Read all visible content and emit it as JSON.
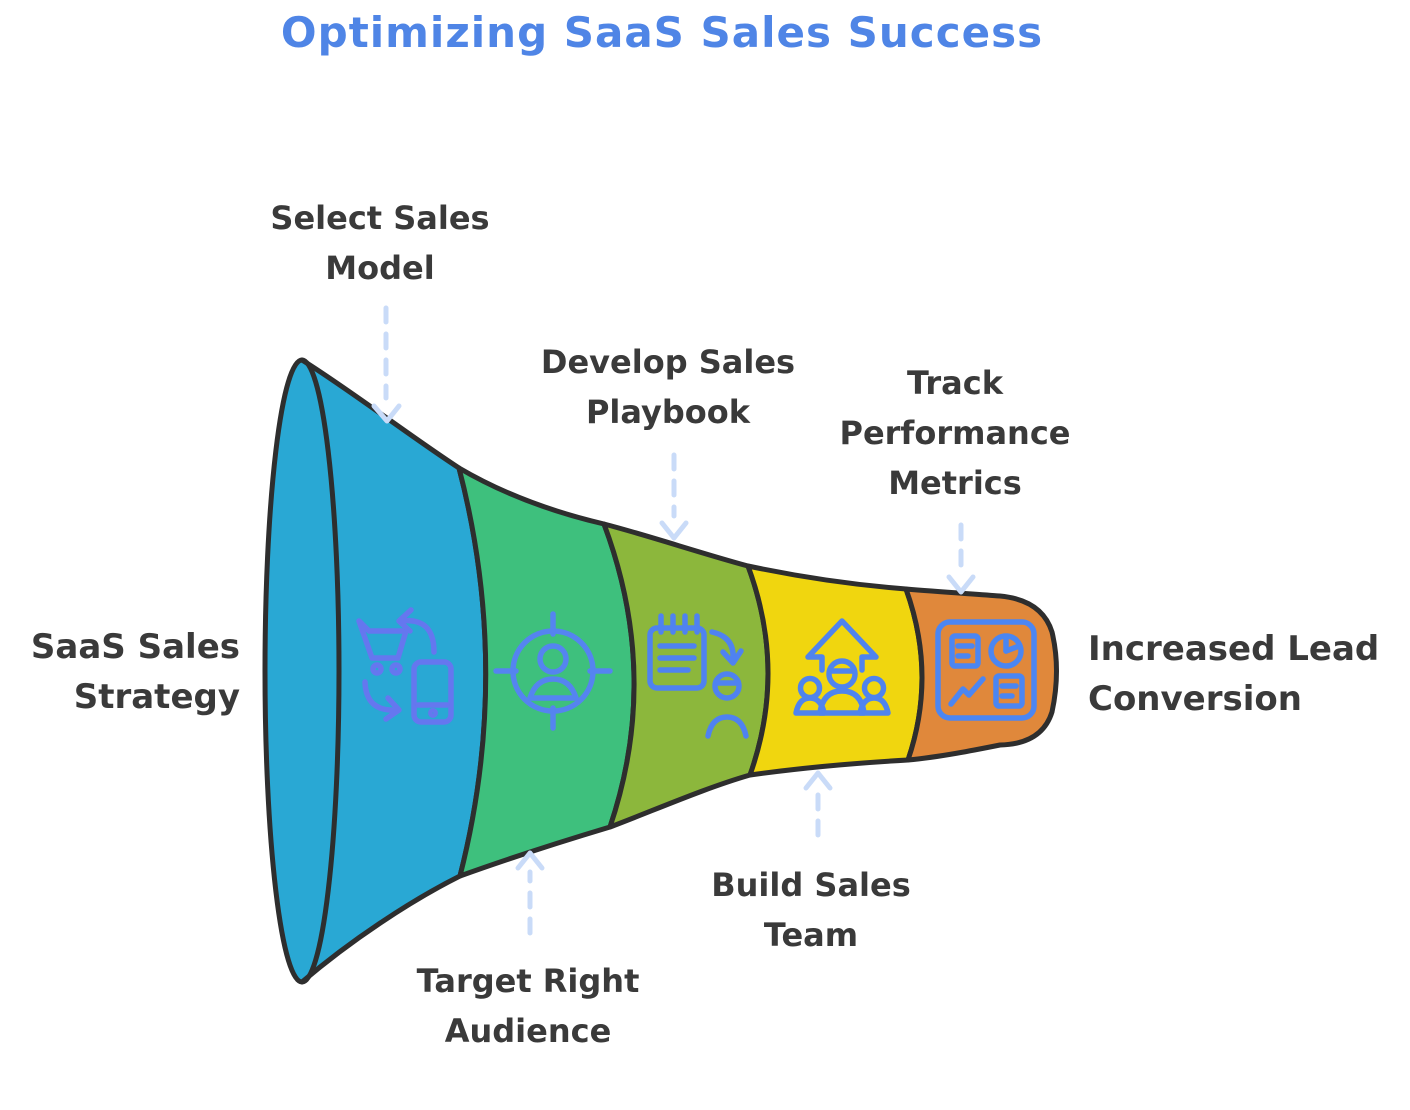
{
  "title": {
    "text": "Optimizing SaaS Sales Success",
    "color": "#4f85e6"
  },
  "funnel": {
    "type": "horizontal-funnel",
    "outline_color": "#2e2e2e",
    "arrow_color": "#c9dbf8",
    "label_color": "#3a3a3a",
    "start_label": "SaaS Sales Strategy",
    "end_label": "Increased Lead Conversion",
    "stages": [
      {
        "label": "Select Sales Model",
        "color": "#29a8d4",
        "icon": "cart-sync-phone-icon",
        "icon_color": "#6577ef",
        "label_position": "top"
      },
      {
        "label": "Target Right Audience",
        "color": "#3ec07d",
        "icon": "target-person-icon",
        "icon_color": "#5584f0",
        "label_position": "bottom"
      },
      {
        "label": "Develop Sales Playbook",
        "color": "#8cb73c",
        "icon": "playbook-handoff-icon",
        "icon_color": "#4f82f0",
        "label_position": "top"
      },
      {
        "label": "Build Sales Team",
        "color": "#f0d60f",
        "icon": "team-growth-icon",
        "icon_color": "#4f84ee",
        "label_position": "bottom"
      },
      {
        "label": "Track Performance Metrics",
        "color": "#e0883b",
        "icon": "metrics-dashboard-icon",
        "icon_color": "#4b86f2",
        "label_position": "top"
      }
    ]
  }
}
